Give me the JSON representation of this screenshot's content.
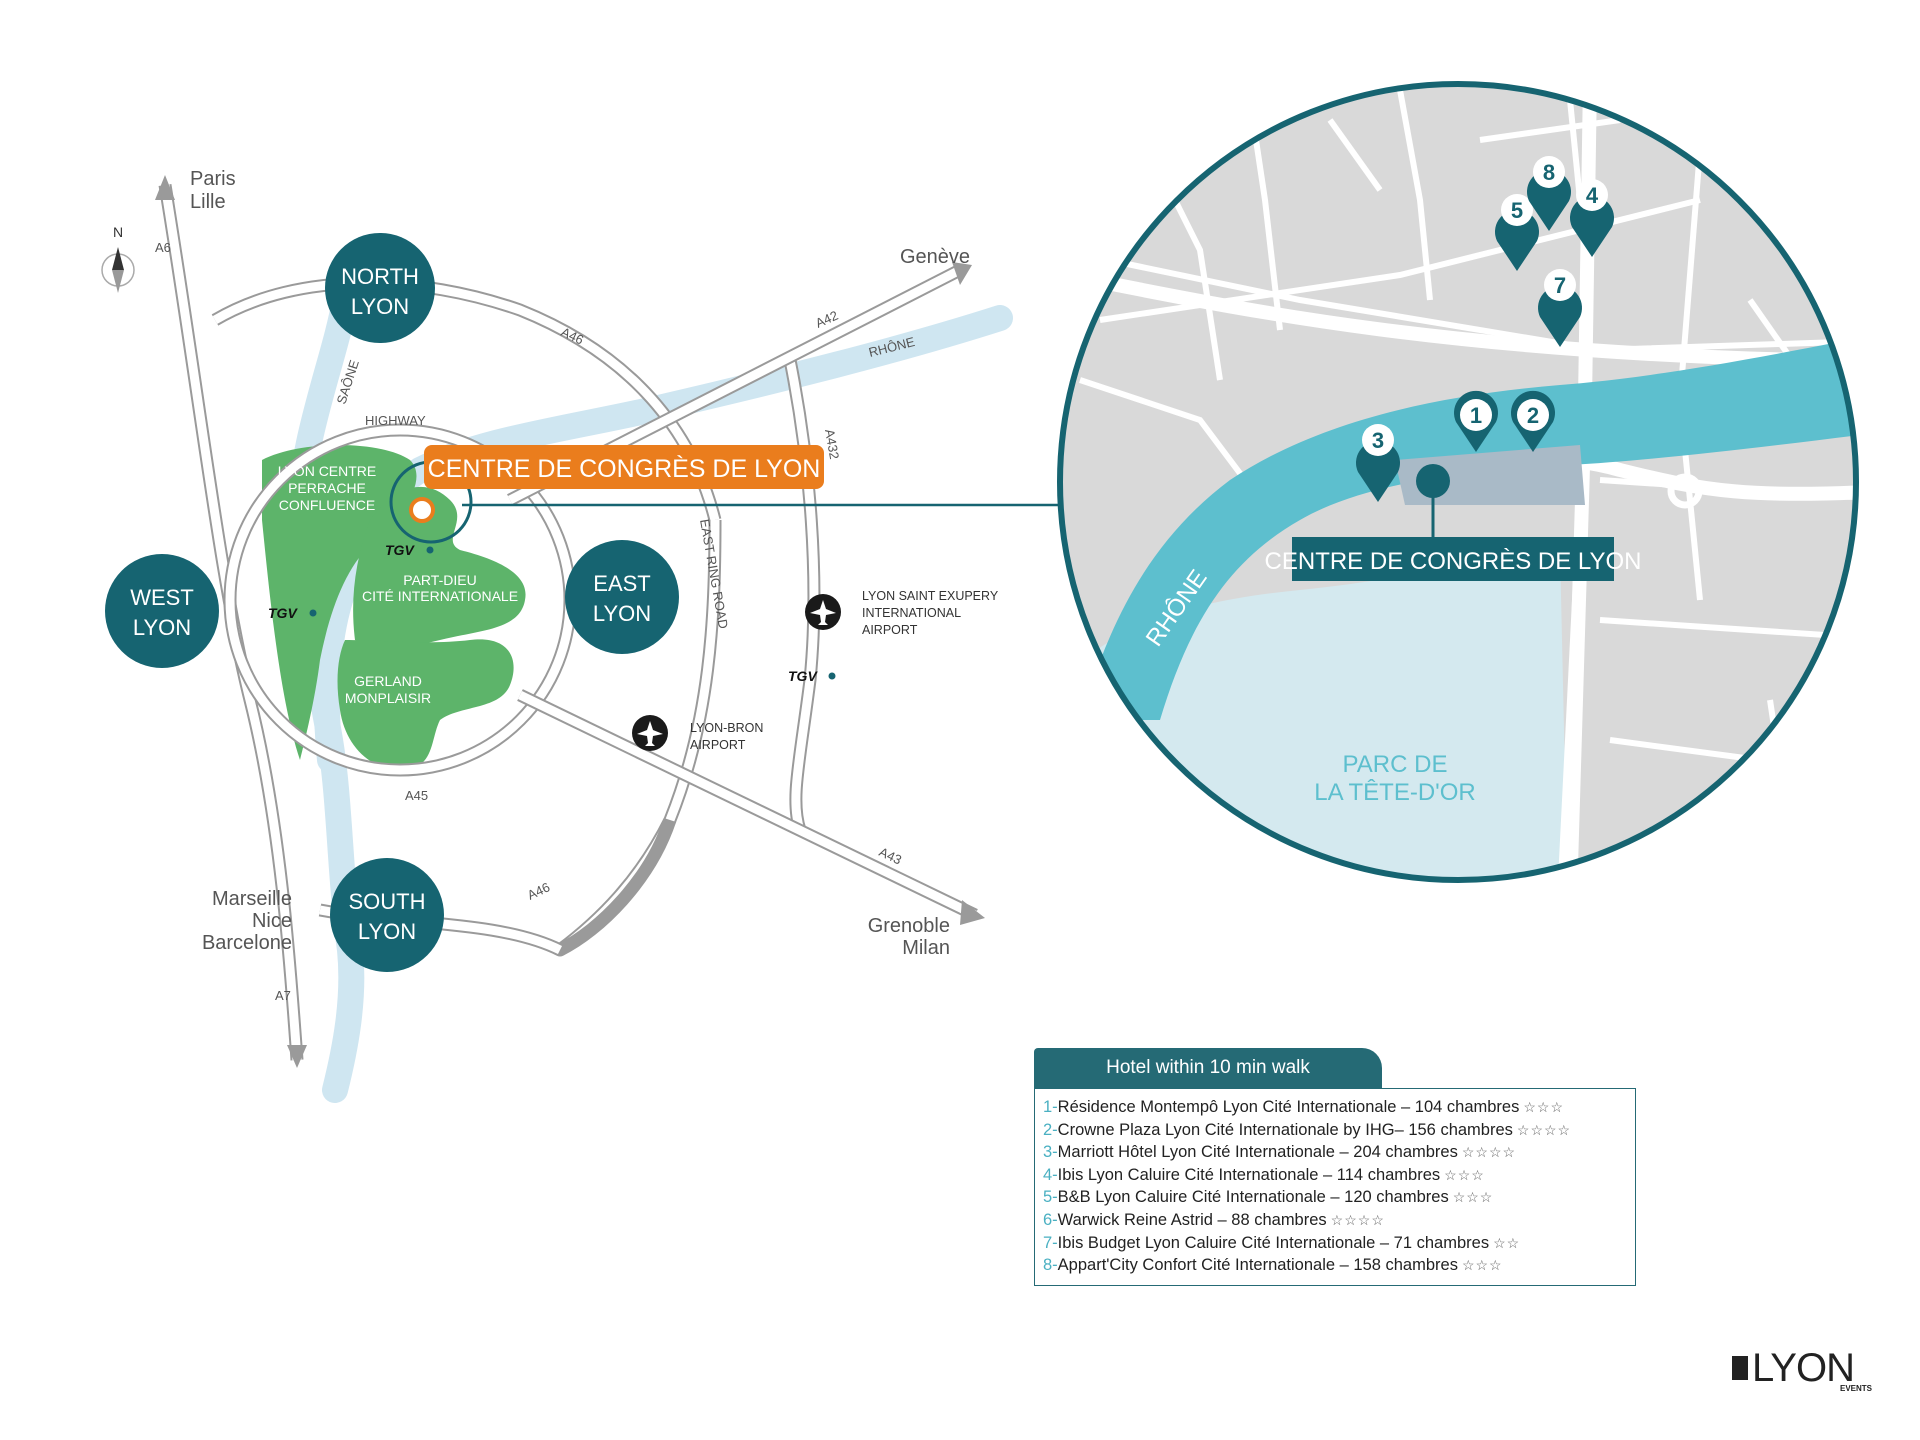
{
  "compass": {
    "label": "N"
  },
  "cities": {
    "paris": [
      "Paris",
      "Lille"
    ],
    "geneve": "Genève",
    "south": [
      "Marseille",
      "Nice",
      "Barcelone"
    ],
    "grenoble": [
      "Grenoble",
      "Milan"
    ]
  },
  "roads": {
    "a6": "A6",
    "a46_north": "A46",
    "a42": "A42",
    "highway": "HIGHWAY",
    "a432": "A432",
    "east_ring": "EAST RING ROAD",
    "a45": "A45",
    "a46_south": "A46",
    "a43": "A43",
    "a7": "A7"
  },
  "rivers": {
    "saone": "SAÔNE",
    "rhone_main": "RHÔNE",
    "rhone_detail": "RHÔNE"
  },
  "zones": {
    "north": [
      "NORTH",
      "LYON"
    ],
    "west": [
      "WEST",
      "LYON"
    ],
    "east": [
      "EAST",
      "LYON"
    ],
    "south": [
      "SOUTH",
      "LYON"
    ]
  },
  "districts": {
    "centre": [
      "LYON CENTRE",
      "PERRACHE",
      "CONFLUENCE"
    ],
    "partdieu": [
      "PART-DIEU",
      "CITÉ INTERNATIONALE"
    ],
    "gerland": [
      "GERLAND",
      "MONPLAISIR"
    ]
  },
  "tgv_label": "TGV",
  "airports": {
    "saint_exupery": [
      "LYON SAINT EXUPERY",
      "INTERNATIONAL",
      "AIRPORT"
    ],
    "bron": [
      "LYON-BRON",
      "AIRPORT"
    ]
  },
  "venue": {
    "main_label": "CENTRE DE CONGRÈS DE LYON",
    "detail_label": "CENTRE DE CONGRÈS DE LYON"
  },
  "park": [
    "PARC DE",
    "LA TÊTE-D'OR"
  ],
  "pins": [
    "1",
    "2",
    "3",
    "4",
    "5",
    "7",
    "8"
  ],
  "hotels": {
    "title": "Hotel within 10 min walk",
    "items": [
      {
        "num": "1-",
        "text": "Résidence Montempô Lyon Cité Internationale – 104 chambres",
        "stars": "☆☆☆"
      },
      {
        "num": "2-",
        "text": "Crowne Plaza Lyon Cité Internationale by IHG– 156 chambres",
        "stars": "☆☆☆☆"
      },
      {
        "num": "3-",
        "text": "Marriott Hôtel Lyon Cité Internationale – 204 chambres",
        "stars": "☆☆☆☆"
      },
      {
        "num": "4-",
        "text": "Ibis Lyon Caluire Cité Internationale – 114 chambres",
        "stars": "☆☆☆"
      },
      {
        "num": "5-",
        "text": "B&B Lyon Caluire Cité Internationale – 120 chambres",
        "stars": "☆☆☆"
      },
      {
        "num": "6-",
        "text": "Warwick Reine Astrid – 88 chambres",
        "stars": "☆☆☆☆"
      },
      {
        "num": "7-",
        "text": "Ibis Budget Lyon Caluire Cité Internationale – 71 chambres",
        "stars": "☆☆"
      },
      {
        "num": "8-",
        "text": "Appart'City Confort Cité Internationale – 158 chambres",
        "stars": "☆☆☆"
      }
    ]
  },
  "logo": {
    "word": "LYON",
    "sub": "EVENTS"
  },
  "colors": {
    "dark_teal": "#166471",
    "orange": "#ea7d1d",
    "green": "#5db46a",
    "river_light": "#cfe6f1",
    "river_detail": "#5dbfce",
    "park": "#d4e9ef",
    "map_grey": "#d9d9d9"
  }
}
